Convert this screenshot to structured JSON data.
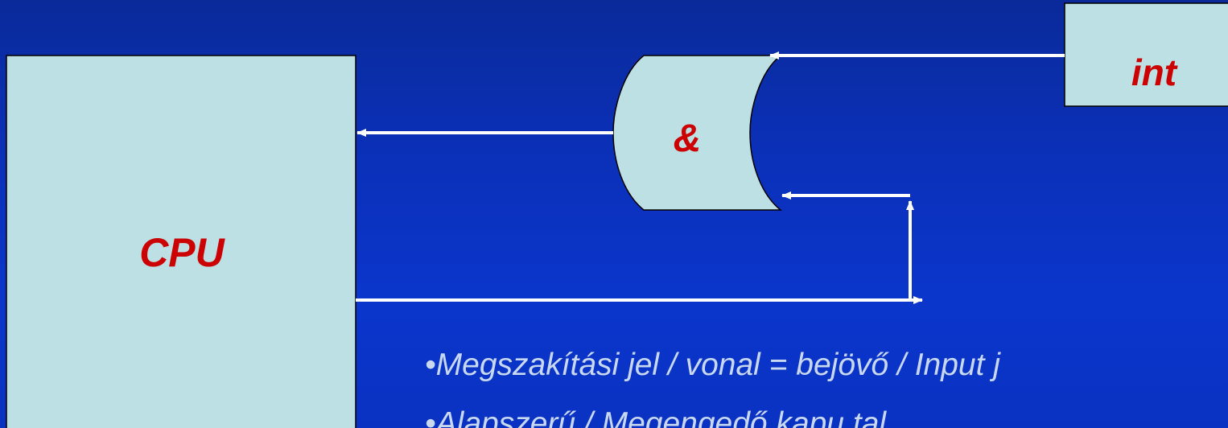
{
  "colors": {
    "box_fill": "#bce0e4",
    "box_stroke": "#000000",
    "label_color": "#cc0000",
    "wire_color": "#ffffff",
    "text_color": "#c8d8f0"
  },
  "blocks": {
    "cpu_label": "CPU",
    "gate_label": "&",
    "int_label": "int"
  },
  "bullets": [
    "•Megszakítási jel / vonal = bejövő / Input j",
    "•Alapszerű / Megengedő kapu tal"
  ]
}
